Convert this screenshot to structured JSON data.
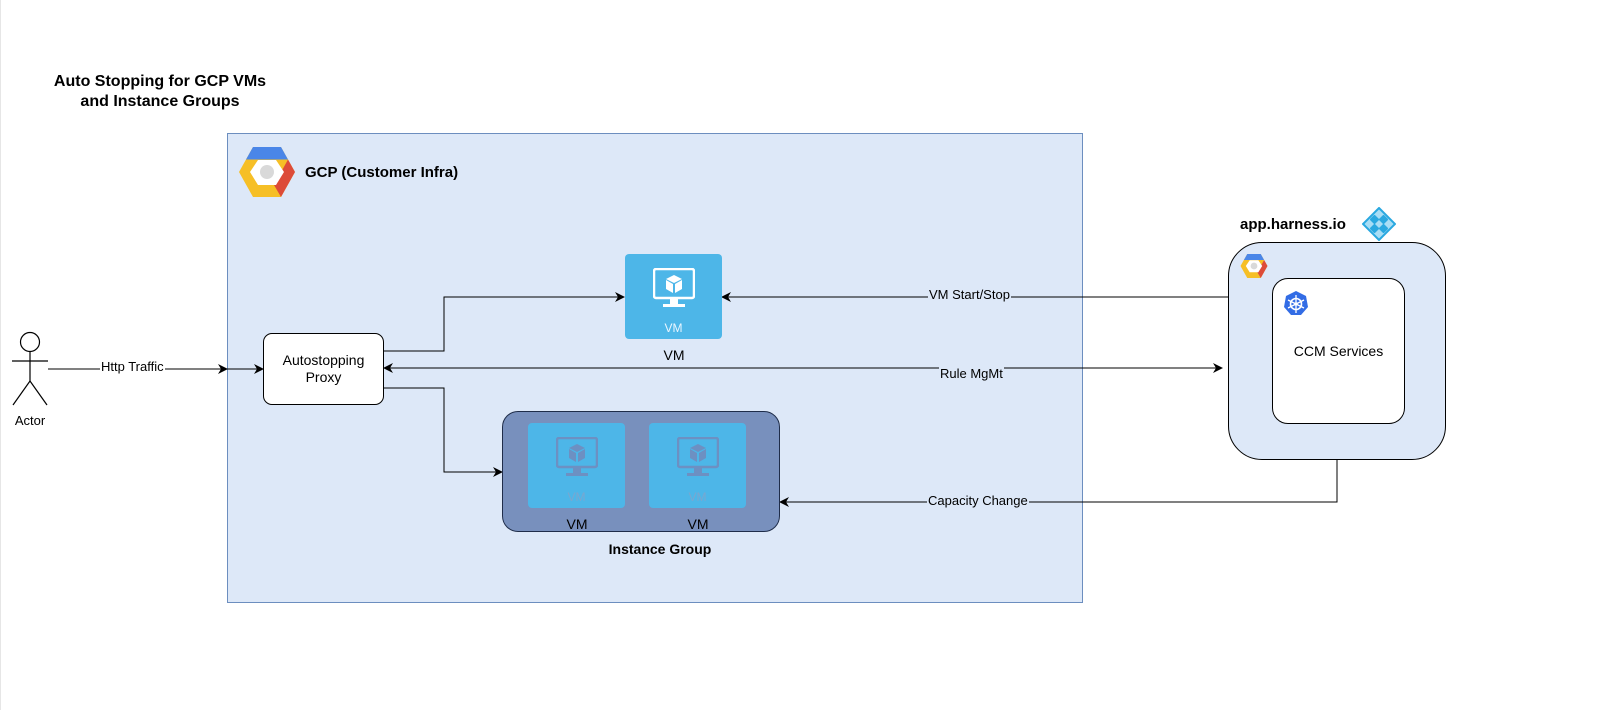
{
  "title": "Auto Stopping for GCP VMs\nand Instance Groups",
  "gcp": {
    "label": "GCP (Customer Infra)",
    "icon": "google-cloud-hexagon-icon"
  },
  "actor": {
    "label": "Actor",
    "icon": "stick-figure-icon"
  },
  "proxy": {
    "label": "Autostopping\nProxy"
  },
  "vm_single": {
    "tile_caption": "VM",
    "label": "VM",
    "icon": "monitor-cube-icon"
  },
  "instance_group": {
    "label": "Instance Group",
    "vms": [
      {
        "tile_caption": "VM",
        "label": "VM"
      },
      {
        "tile_caption": "VM",
        "label": "VM"
      }
    ]
  },
  "harness": {
    "label": "app.harness.io",
    "logo": "harness-logo-icon",
    "ccm_label": "CCM Services",
    "gcp_icon": "google-cloud-hexagon-icon",
    "k8s_icon": "kubernetes-helm-icon"
  },
  "edges": {
    "http_traffic": "Http Traffic",
    "vm_start_stop": "VM Start/Stop",
    "rule_mgmt": "Rule MgMt",
    "capacity_change": "Capacity Change"
  },
  "colors": {
    "region_fill": "#dde8f8",
    "region_stroke": "#6c8ebf",
    "vm_tile": "#4db6e8",
    "instance_group_fill": "#7890bd",
    "gcp_blue": "#4a86e8",
    "gcp_red": "#dd4b39",
    "gcp_yellow": "#f6bf26",
    "k8s_blue": "#326ce5"
  }
}
